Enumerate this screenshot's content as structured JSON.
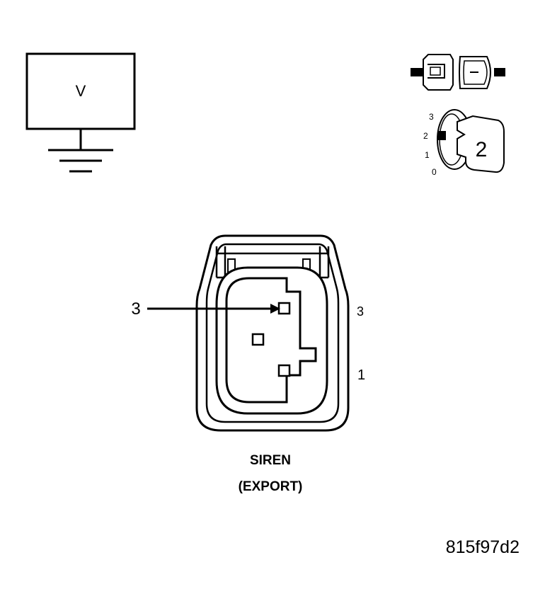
{
  "voltmeter": {
    "label": "V"
  },
  "key_switch": {
    "positions": [
      "3",
      "2",
      "1",
      "0"
    ],
    "selected": "2"
  },
  "connector": {
    "pin_callout": "3",
    "side_labels": {
      "top": "3",
      "bottom": "1"
    },
    "name": "SIREN",
    "variant": "(EXPORT)"
  },
  "figure_id": "815f97d2"
}
